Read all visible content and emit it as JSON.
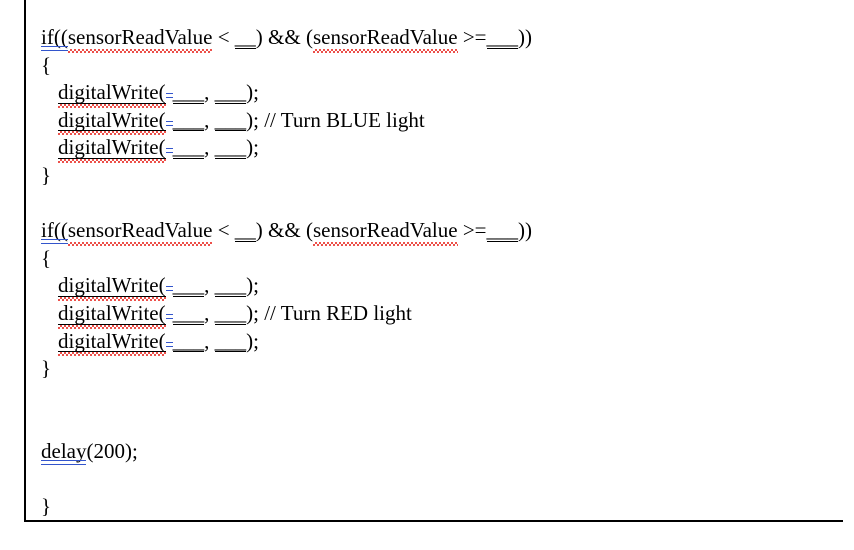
{
  "document": {
    "kind": "word-processor-code-snippet",
    "frame": {
      "border_color": "#000000",
      "left_rule": true,
      "bottom_rule": true
    },
    "text_color": "#000000",
    "spellcheck_underline_color": "#e8241c",
    "grammar_underline_color": "#3355cc"
  },
  "code": {
    "lines": [
      {
        "id": "l1",
        "text": "if((sensorReadValue < __) && (sensorReadValue >=___))",
        "indent": 0
      },
      {
        "id": "l2",
        "text": "{",
        "indent": 0
      },
      {
        "id": "l3",
        "text": "digitalWrite(___, ___);",
        "indent": 1
      },
      {
        "id": "l4",
        "text": "digitalWrite(___, ___); // Turn BLUE light",
        "indent": 1
      },
      {
        "id": "l5",
        "text": "digitalWrite(___, ___);",
        "indent": 1
      },
      {
        "id": "l6",
        "text": "}",
        "indent": 0
      },
      {
        "id": "l7",
        "text": "",
        "indent": 0
      },
      {
        "id": "l8",
        "text": "if((sensorReadValue < __) && (sensorReadValue >=___))",
        "indent": 0
      },
      {
        "id": "l9",
        "text": "{",
        "indent": 0
      },
      {
        "id": "l10",
        "text": "digitalWrite(___, ___);",
        "indent": 1
      },
      {
        "id": "l11",
        "text": "digitalWrite(___, ___); // Turn RED light",
        "indent": 1
      },
      {
        "id": "l12",
        "text": "digitalWrite(___, ___);",
        "indent": 1
      },
      {
        "id": "l13",
        "text": "}",
        "indent": 0
      },
      {
        "id": "l14",
        "text": "",
        "indent": 0
      },
      {
        "id": "l15",
        "text": "",
        "indent": 0
      },
      {
        "id": "l16",
        "text": "delay(200);",
        "indent": 0
      },
      {
        "id": "l17",
        "text": "",
        "indent": 0
      },
      {
        "id": "l18",
        "text": "}",
        "indent": 0
      }
    ],
    "tokens": {
      "if_keyword": "if((",
      "sensor_identifier": "sensorReadValue",
      "less_than_op": " < ",
      "blank_short": "__",
      "close_paren": ")",
      "and_op": " && ",
      "open_paren": "(",
      "gte_op": " >=",
      "blank_long": "___",
      "close_two": "))",
      "open_brace": "{",
      "close_brace": "}",
      "digital_write": "digitalWrite",
      "call_open": "(",
      "arg_blank": "___",
      "arg_sep": ", ",
      "call_close": ");",
      "comment_blue": "// Turn BLUE light",
      "comment_red": "// Turn RED light",
      "delay_fn": "delay",
      "delay_args": "(200);"
    }
  }
}
